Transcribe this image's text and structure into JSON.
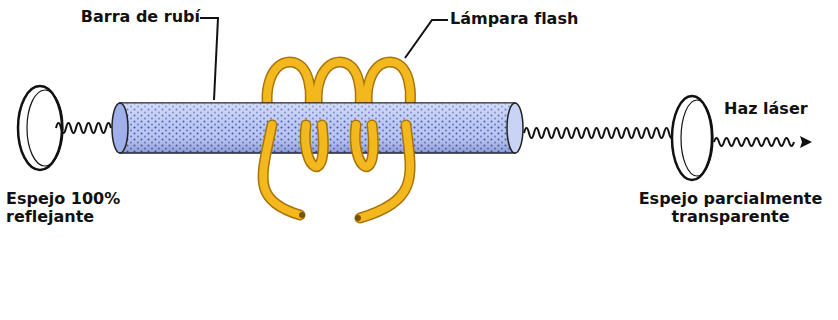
{
  "diagram": {
    "labels": [
      "Barra de rubí",
      "Lámpara flash",
      "Haz láser",
      "Espejo 100% reflejante",
      "Espejo parcialmente transparente"
    ]
  }
}
